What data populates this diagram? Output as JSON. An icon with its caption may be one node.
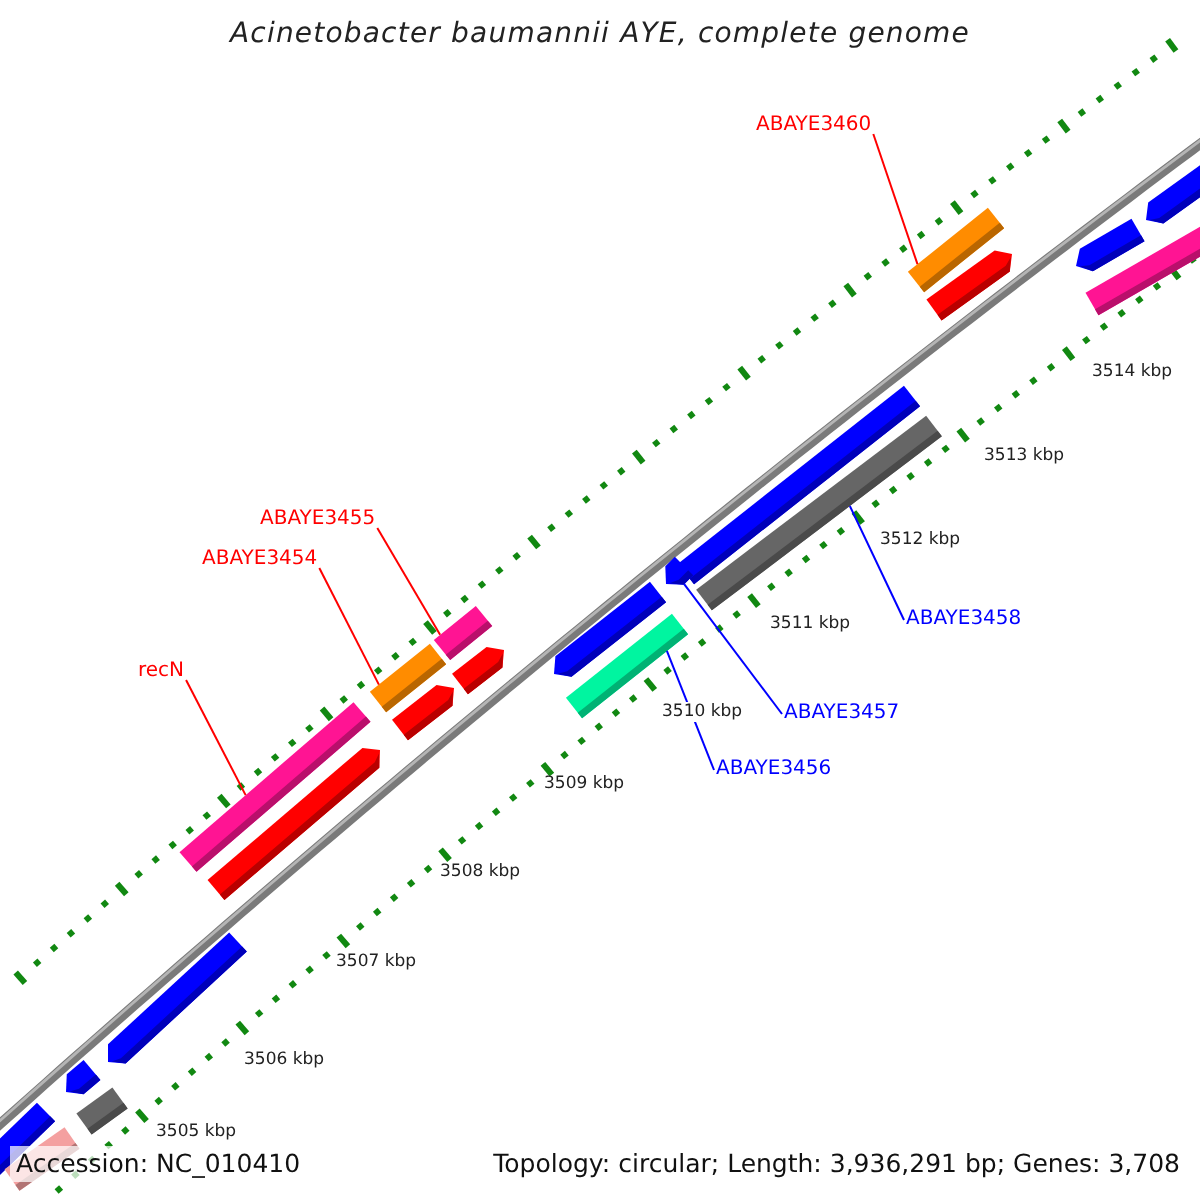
{
  "diagram": {
    "title": "Acinetobacter baumannii AYE, complete genome",
    "nodes": [
      {
        "text": [
          "ABAYE3460"
        ]
      },
      {
        "text": [],
        "shape": "bar"
      },
      {
        "text": [
          "ABAYE3455"
        ]
      },
      {
        "text": [],
        "shape": "bar"
      },
      {
        "text": [
          "ABAYE3454"
        ]
      },
      {
        "text": [],
        "shape": "bar"
      },
      {
        "text": [
          "recN"
        ]
      },
      {
        "text": [],
        "shape": "bar"
      },
      {
        "text": [
          "ABAYE3458"
        ]
      },
      {
        "text": [],
        "shape": "bar"
      },
      {
        "text": [
          "ABAYE3457"
        ]
      },
      {
        "text": [],
        "shape": "bar"
      },
      {
        "text": [
          "ABAYE3456"
        ]
      },
      {
        "text": [],
        "shape": "bar"
      }
    ],
    "edges": [
      {
        "from": 0,
        "to": 1,
        "arrow": "none"
      },
      {
        "from": 2,
        "to": 3,
        "arrow": "none"
      },
      {
        "from": 4,
        "to": 5,
        "arrow": "none"
      },
      {
        "from": 6,
        "to": 7,
        "arrow": "none"
      },
      {
        "from": 8,
        "to": 9,
        "arrow": "none",
        "color": "#0000ff"
      },
      {
        "from": 10,
        "to": 11,
        "arrow": "none",
        "color": "#0000ff"
      },
      {
        "from": 12,
        "to": 13,
        "arrow": "none",
        "color": "#0000ff"
      }
    ],
    "labels": [
      "3514 kbp",
      "3513 kbp",
      "3512 kbp",
      "3511 kbp",
      "3510 kbp",
      "3509 kbp",
      "3508 kbp",
      "3507 kbp",
      "3506 kbp",
      "3505 kbp",
      "Accession: NC_010410",
      "Topology: circular; Length: 3,936,291 bp; Genes: 3,708"
    ]
  }
}
